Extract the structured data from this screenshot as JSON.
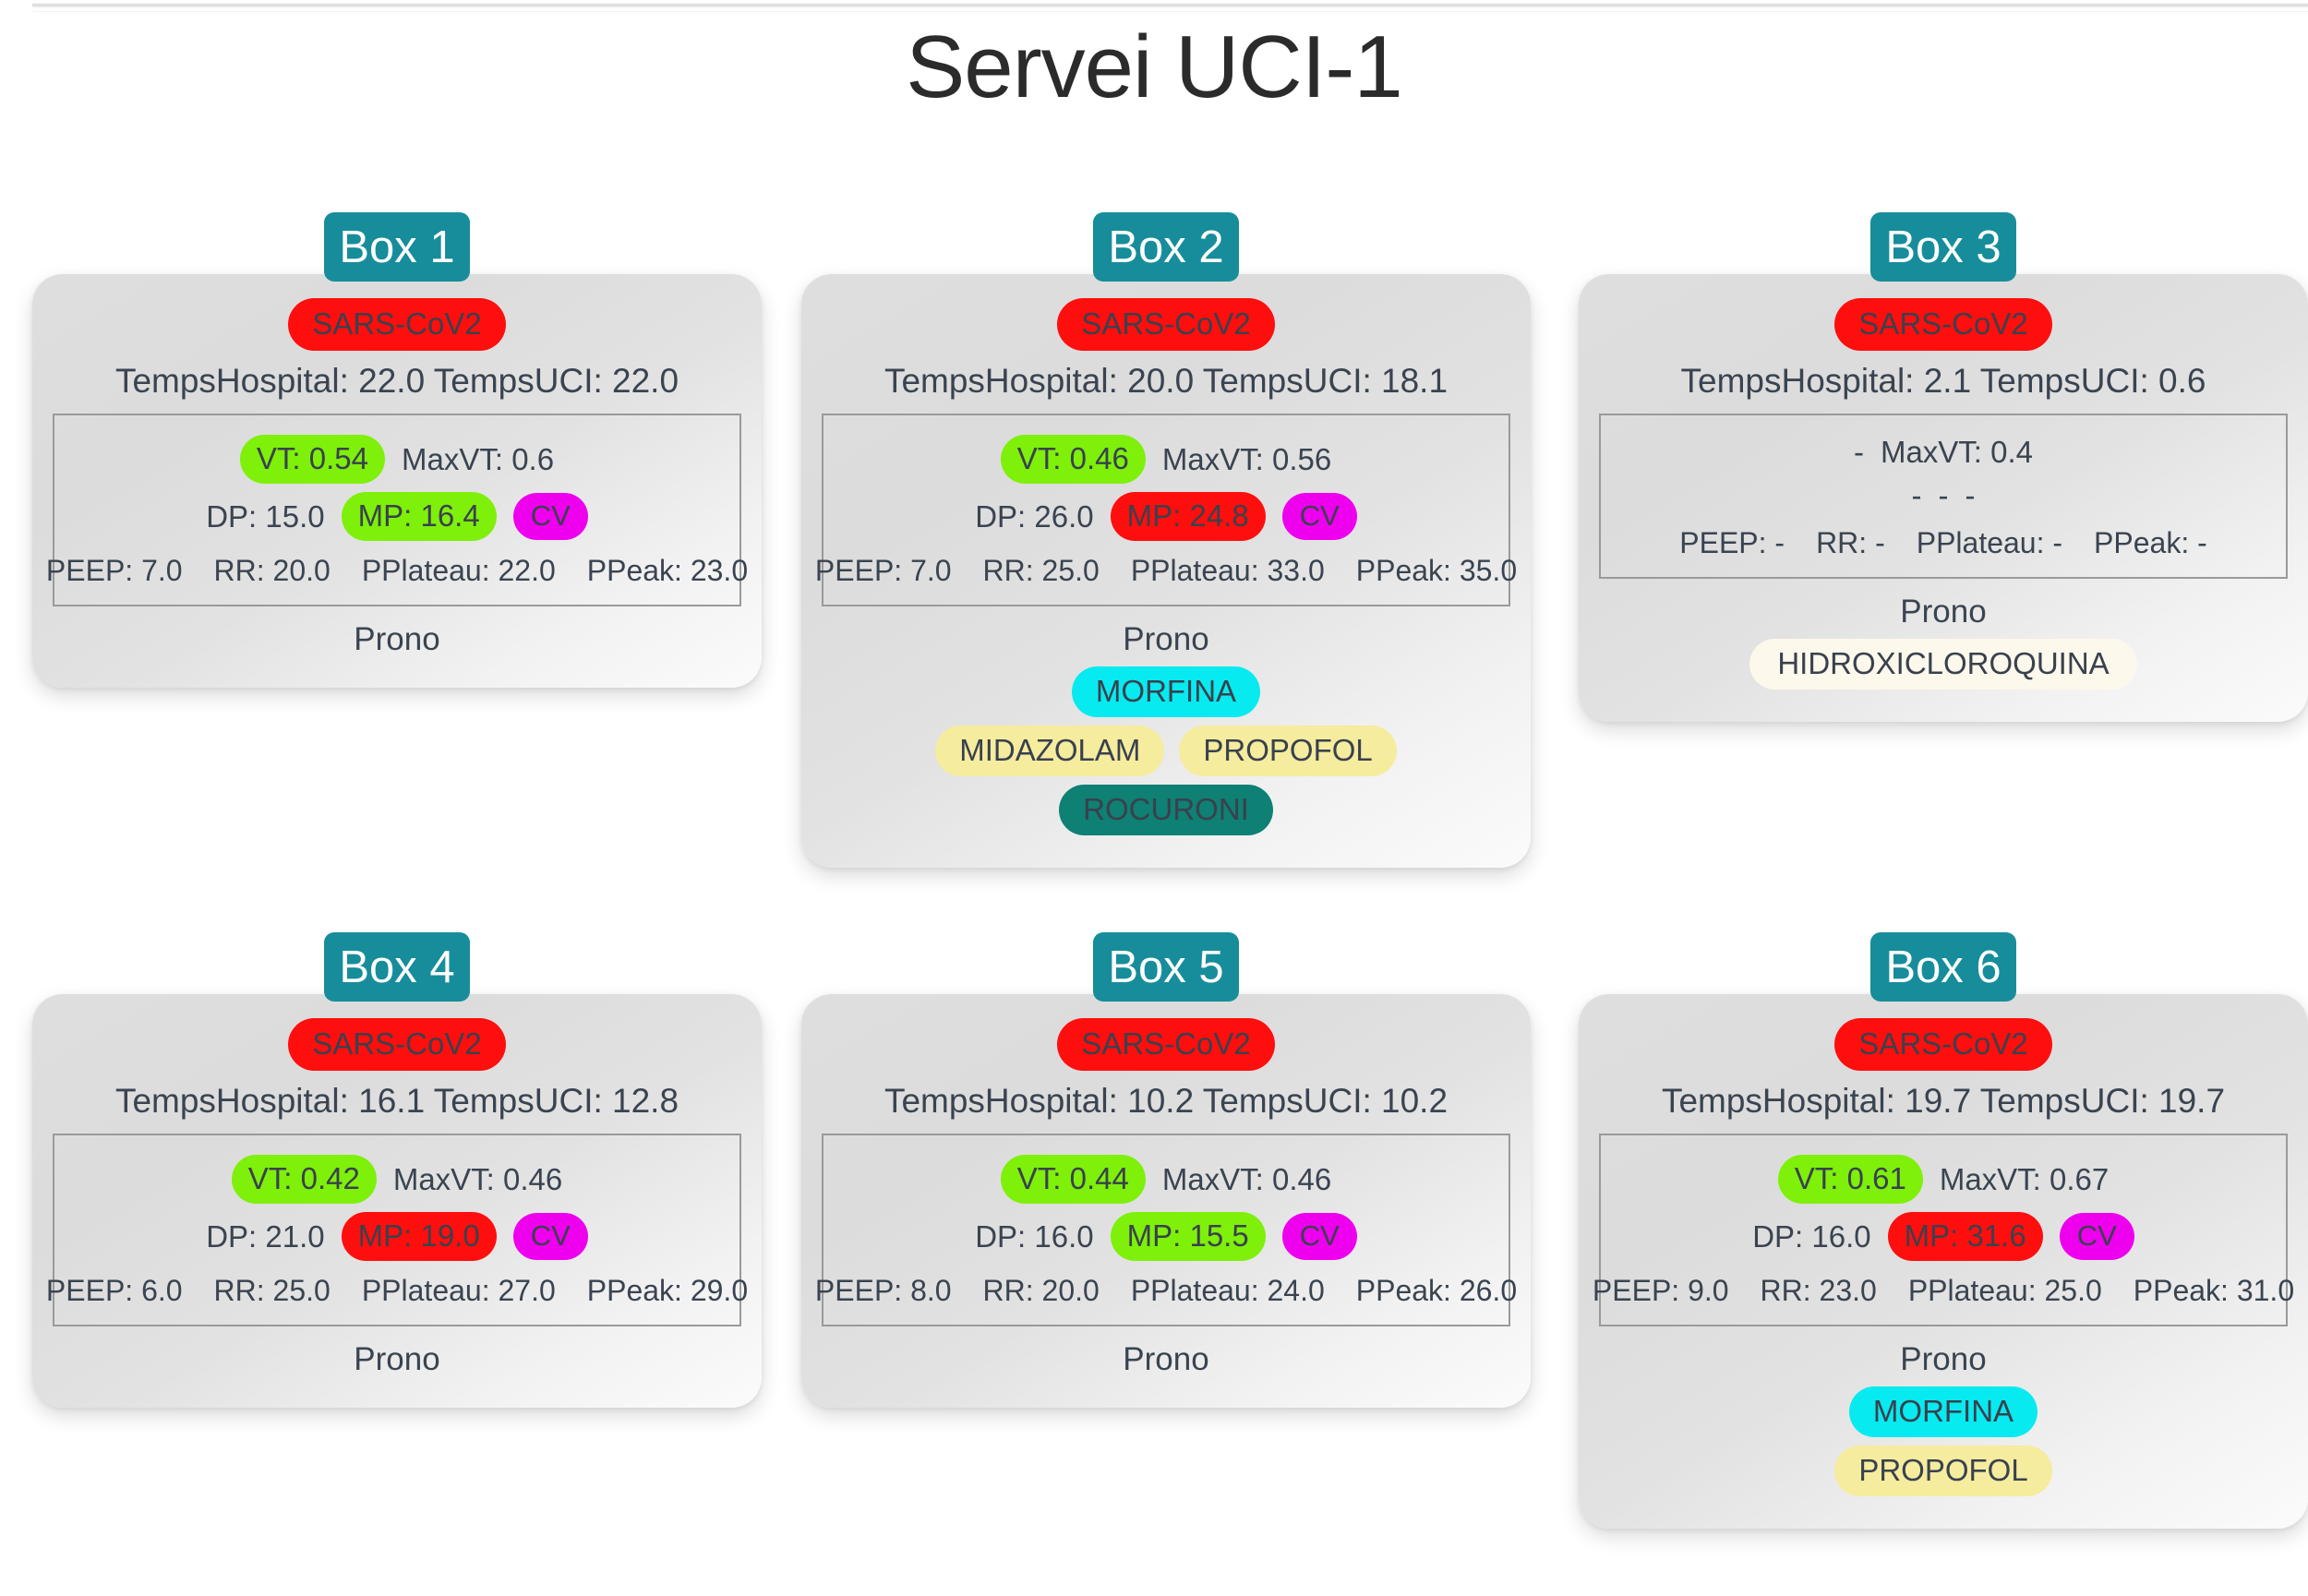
{
  "header": {
    "title": "Servei UCI-1"
  },
  "labels": {
    "maxvt": "MaxVT:",
    "dp": "DP:",
    "peep": "PEEP:",
    "rr": "RR:",
    "pplateau": "PPlateau:",
    "ppeak": "PPeak:",
    "prono": "Prono",
    "cv": "CV",
    "missing": "-"
  },
  "colors": {
    "badge_teal": "#178d9b",
    "diagnosis_red": "#ff0e0e",
    "value_green": "#7ef00a",
    "value_red": "#ff0e0e",
    "cv_magenta": "#ee00ee",
    "med_morfina_cyan": "#07eaf0",
    "med_yellow": "#f5ec9e",
    "med_rocuroni_teal": "#0e8074",
    "med_ivory": "#fdf8ec",
    "text_dark": "#3a4450"
  },
  "boxes": [
    {
      "title": "Box 1",
      "diagnosis": "SARS-CoV2",
      "temps": "TempsHospital: 22.0 TempsUCI: 22.0",
      "vt": "VT: 0.54",
      "vt_state": "green",
      "maxvt": "MaxVT: 0.6",
      "dp": "DP: 15.0",
      "mp": "MP: 16.4",
      "mp_state": "green",
      "cv": "CV",
      "cv_state": "magenta",
      "peep": "PEEP: 7.0",
      "rr": "RR: 20.0",
      "pplateau": "PPlateau: 22.0",
      "ppeak": "PPeak: 23.0",
      "prono": "Prono",
      "med_rows": []
    },
    {
      "title": "Box 2",
      "diagnosis": "SARS-CoV2",
      "temps": "TempsHospital: 20.0 TempsUCI: 18.1",
      "vt": "VT: 0.46",
      "vt_state": "green",
      "maxvt": "MaxVT: 0.56",
      "dp": "DP: 26.0",
      "mp": "MP: 24.8",
      "mp_state": "red",
      "cv": "CV",
      "cv_state": "magenta",
      "peep": "PEEP: 7.0",
      "rr": "RR: 25.0",
      "pplateau": "PPlateau: 33.0",
      "ppeak": "PPeak: 35.0",
      "prono": "Prono",
      "med_rows": [
        [
          "MORFINA"
        ],
        [
          "MIDAZOLAM",
          "PROPOFOL"
        ],
        [
          "ROCURONI"
        ]
      ]
    },
    {
      "title": "Box 3",
      "diagnosis": "SARS-CoV2",
      "temps": "TempsHospital: 2.1 TempsUCI: 0.6",
      "vt": "-",
      "vt_state": "none",
      "maxvt": "MaxVT: 0.4",
      "dp": "-",
      "mp": "-",
      "mp_state": "none",
      "cv": "-",
      "cv_state": "none",
      "peep": "PEEP: -",
      "rr": "RR: -",
      "pplateau": "PPlateau: -",
      "ppeak": "PPeak: -",
      "prono": "Prono",
      "med_rows": [
        [
          "HIDROXICLOROQUINA"
        ]
      ]
    },
    {
      "title": "Box 4",
      "diagnosis": "SARS-CoV2",
      "temps": "TempsHospital: 16.1 TempsUCI: 12.8",
      "vt": "VT: 0.42",
      "vt_state": "green",
      "maxvt": "MaxVT: 0.46",
      "dp": "DP: 21.0",
      "mp": "MP: 19.0",
      "mp_state": "red",
      "cv": "CV",
      "cv_state": "magenta",
      "peep": "PEEP: 6.0",
      "rr": "RR: 25.0",
      "pplateau": "PPlateau: 27.0",
      "ppeak": "PPeak: 29.0",
      "prono": "Prono",
      "med_rows": []
    },
    {
      "title": "Box 5",
      "diagnosis": "SARS-CoV2",
      "temps": "TempsHospital: 10.2 TempsUCI: 10.2",
      "vt": "VT: 0.44",
      "vt_state": "green",
      "maxvt": "MaxVT: 0.46",
      "dp": "DP: 16.0",
      "mp": "MP: 15.5",
      "mp_state": "green",
      "cv": "CV",
      "cv_state": "magenta",
      "peep": "PEEP: 8.0",
      "rr": "RR: 20.0",
      "pplateau": "PPlateau: 24.0",
      "ppeak": "PPeak: 26.0",
      "prono": "Prono",
      "med_rows": []
    },
    {
      "title": "Box 6",
      "diagnosis": "SARS-CoV2",
      "temps": "TempsHospital: 19.7 TempsUCI: 19.7",
      "vt": "VT: 0.61",
      "vt_state": "green",
      "maxvt": "MaxVT: 0.67",
      "dp": "DP: 16.0",
      "mp": "MP: 31.6",
      "mp_state": "red",
      "cv": "CV",
      "cv_state": "magenta",
      "peep": "PEEP: 9.0",
      "rr": "RR: 23.0",
      "pplateau": "PPlateau: 25.0",
      "ppeak": "PPeak: 31.0",
      "prono": "Prono",
      "med_rows": [
        [
          "MORFINA"
        ],
        [
          "PROPOFOL"
        ]
      ]
    }
  ]
}
